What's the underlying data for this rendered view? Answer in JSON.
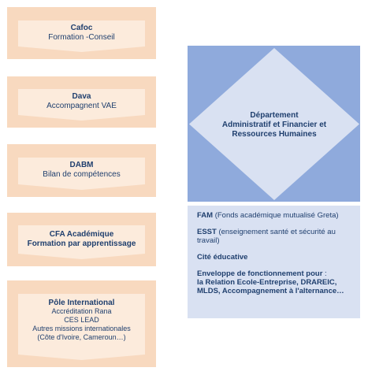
{
  "left_cards": [
    {
      "title": "Cafoc",
      "lines": [
        "Formation -Conseil"
      ]
    },
    {
      "title": "Dava",
      "lines": [
        "Accompagnent VAE"
      ]
    },
    {
      "title": "DABM",
      "lines": [
        "Bilan de compétences"
      ]
    },
    {
      "title": "CFA Académique",
      "lines": [
        "Formation par apprentissage"
      ]
    },
    {
      "title": "Pôle International",
      "lines": [
        "Accréditation Rana",
        "CES LEAD",
        "Autres missions internationales",
        "(Côte d'Ivoire, Cameroun…)"
      ]
    }
  ],
  "department": {
    "line1": "Département",
    "line2": "Administratif et  Financier  et",
    "line3": "Ressources Humaines"
  },
  "info": {
    "fam_lead": "FAM",
    "fam_rest": " (Fonds académique mutualisé Greta)",
    "esst_lead": "ESST",
    "esst_rest": " (enseignement santé et sécurité au travail)",
    "cite_lead": "Cité éducative",
    "env_lead": "Enveloppe de fonctionnement pour",
    "env_colon": " :",
    "env_rest": "la Relation Ecole-Entreprise, DRAREIC, MLDS, Accompagnement à l'alternance…"
  },
  "colors": {
    "card_bg": "#f8d9bf",
    "banner_bg": "#fcebdc",
    "blue_block": "#8faadc",
    "diamond_fill": "#d9e1f2",
    "info_bg": "#d9e1f2",
    "text": "#1f3f6e"
  }
}
